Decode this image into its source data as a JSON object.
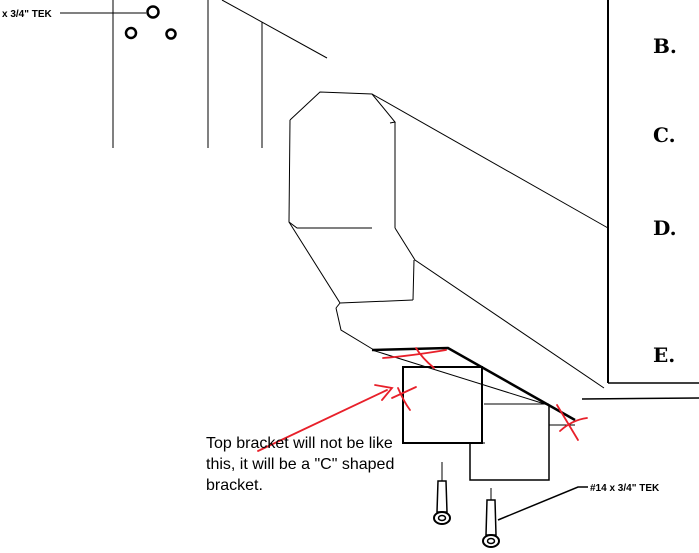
{
  "labels": {
    "top_fastener": "x 3/4\" TEK",
    "bottom_fastener": "#14 x 3/4\" TEK"
  },
  "steps": [
    "B.",
    "C.",
    "D.",
    "E."
  ],
  "annotation": {
    "note": "Top bracket will not be like this, it will be a \"C\" shaped bracket."
  },
  "colors": {
    "line": "#000000",
    "markup": "#e8202a"
  }
}
